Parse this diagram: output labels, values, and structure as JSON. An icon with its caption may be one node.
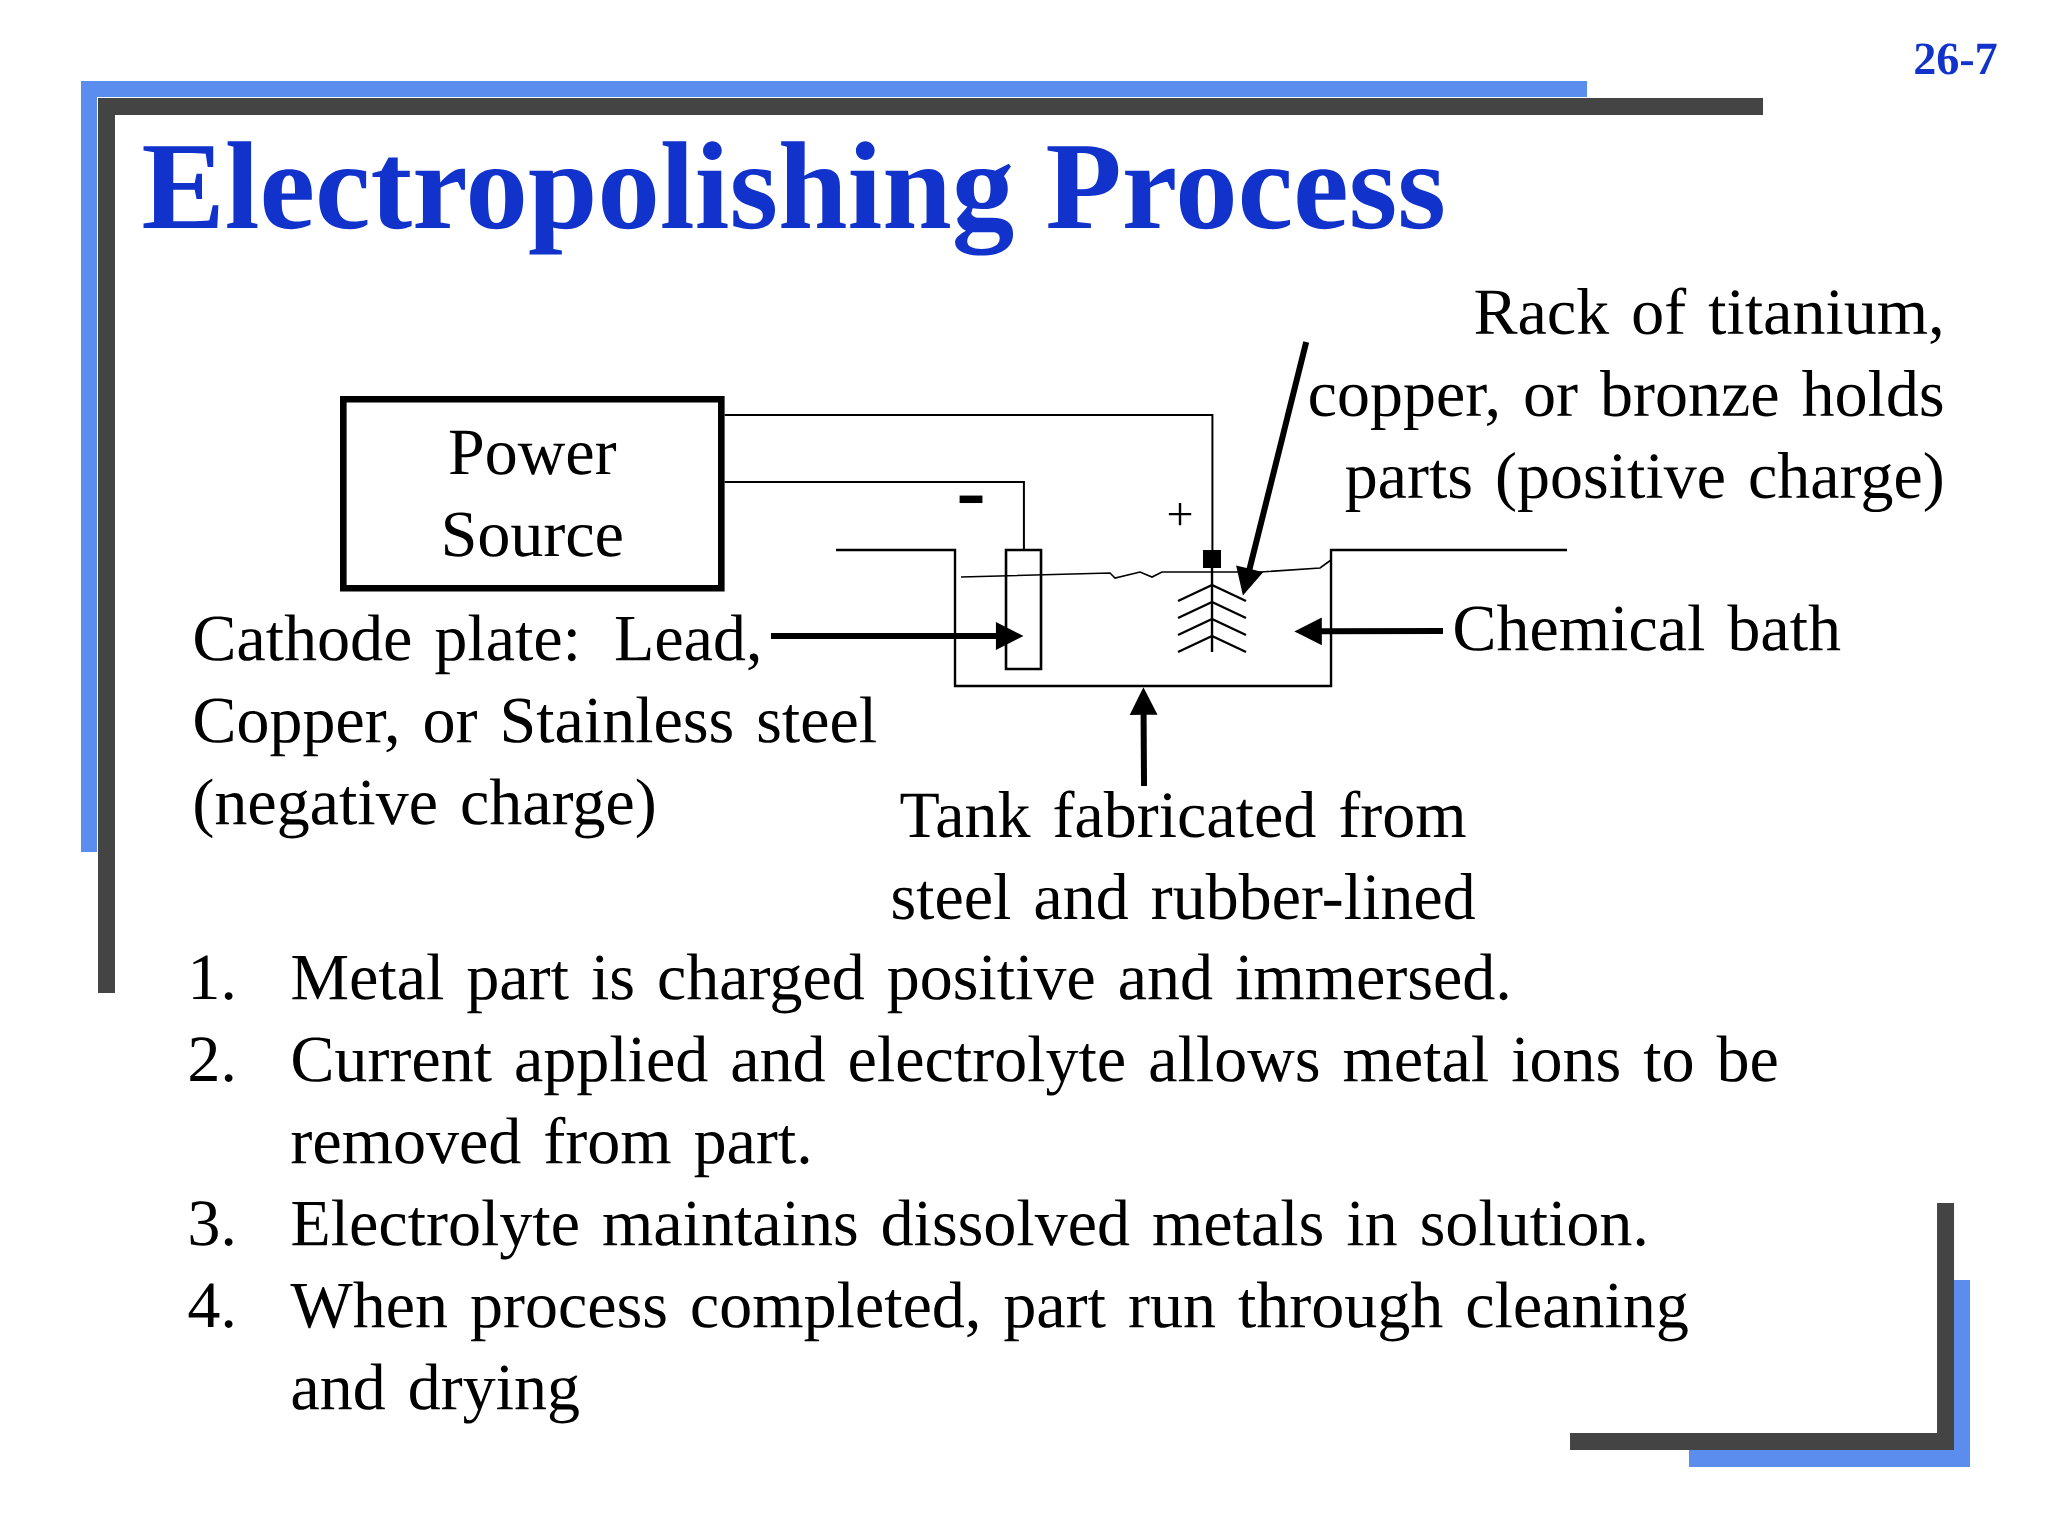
{
  "diagram": {
    "title": "Electropolishing Process",
    "nodes": [
      {
        "text": [
          "Power Source"
        ]
      },
      {
        "text": [],
        "shape": "box",
        "in": 3
      },
      {
        "text": [],
        "shape": "rack",
        "in": 3
      },
      {
        "text": [],
        "shape": "tank"
      },
      {
        "text": [
          "Cathode plate: Lead, Copper, or Stainless steel (negative charge)"
        ]
      },
      {
        "text": [
          "Rack of titanium, copper, or bronze holds parts (positive charge)"
        ]
      },
      {
        "text": [
          "Chemical bath"
        ]
      },
      {
        "text": [
          "Tank fabricated from steel and rubber-lined"
        ]
      }
    ],
    "edges": [
      {
        "from": 0,
        "to": 1,
        "arrow": "none"
      },
      {
        "from": 0,
        "to": 2,
        "arrow": "none"
      },
      {
        "from": 4,
        "to": 1,
        "arrow": "to"
      },
      {
        "from": 5,
        "to": 2,
        "arrow": "to"
      },
      {
        "from": 6,
        "to": 3,
        "arrow": "to"
      },
      {
        "from": 7,
        "to": 3,
        "arrow": "to"
      }
    ],
    "labels": [
      "26-7",
      "-",
      "+",
      "1.",
      "Metal part is charged positive and immersed.",
      "2.",
      "Current applied and electrolyte allows metal ions to be removed from part.",
      "3.",
      "Electrolyte maintains dissolved metals in solution.",
      "4.",
      "When process completed, part run through cleaning and drying"
    ]
  }
}
